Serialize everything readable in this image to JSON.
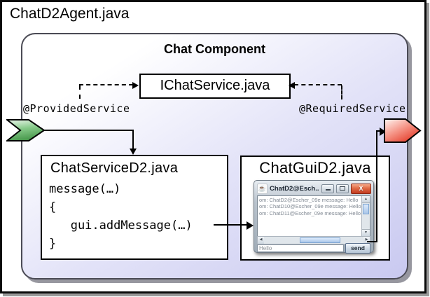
{
  "page": {
    "title": "ChatD2Agent.java"
  },
  "component": {
    "title": "Chat Component",
    "interface": {
      "label": "IChatService.java"
    },
    "annotations": {
      "provided": "@ProvidedService",
      "required": "@RequiredService"
    },
    "service_box": {
      "title": "ChatServiceD2.java",
      "code_lines": [
        "message(…)",
        "{",
        "   gui.addMessage(…)",
        "}"
      ]
    },
    "gui_box": {
      "title": "ChatGuiD2.java"
    }
  },
  "chat_window": {
    "title": "ChatD2@Esch...",
    "buttons": {
      "close": "X"
    },
    "messages": [
      "om: ChatD2@Escher_09e message: Hello",
      "om: ChatD10@Escher_09e message: Hello",
      "om: ChatD11@Escher_09e message: Hello"
    ],
    "input_value": "Hello",
    "send_label": "send"
  },
  "icons": {
    "java": "☕",
    "scroll_up": "▲",
    "scroll_down": "▼",
    "scroll_left": "◀",
    "scroll_right": "▶"
  },
  "colors": {
    "panel_bottom": "#c9c9f0",
    "provided_arrow_green": "#55a457",
    "required_arrow_red": "#e63a28"
  }
}
